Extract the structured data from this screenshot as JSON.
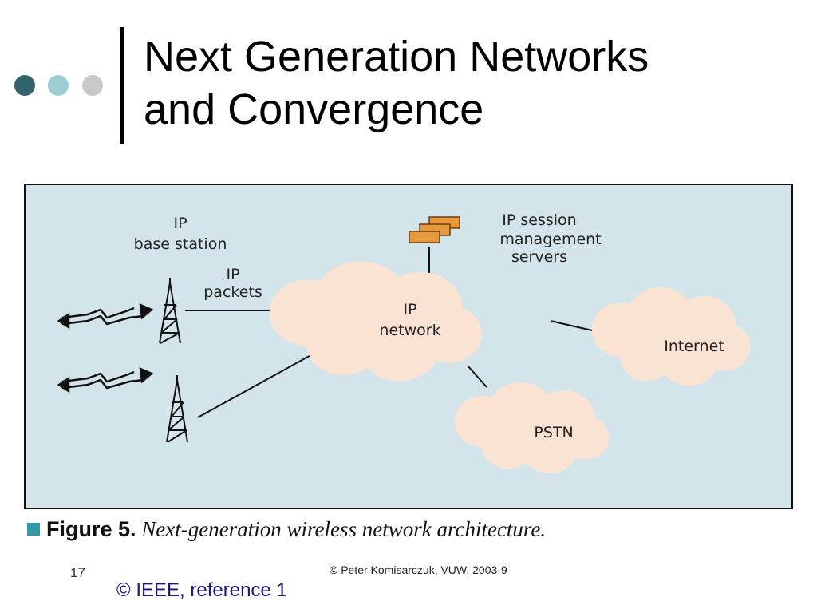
{
  "slide": {
    "title_line1": "Next Generation Networks",
    "title_line2": "and Convergence",
    "page_number": "17",
    "author_footer": "© Peter Komisarczuk, VUW, 2003-9",
    "credit": "© IEEE, reference 1"
  },
  "diagram": {
    "labels": {
      "base_station_line1": "IP",
      "base_station_line2": "base station",
      "packets_line1": "IP",
      "packets_line2": "packets",
      "servers_line1": "IP session",
      "servers_line2": "management",
      "servers_line3": "servers",
      "ip_network_line1": "IP",
      "ip_network_line2": "network",
      "internet": "Internet",
      "pstn": "PSTN"
    },
    "icons": [
      "radio-tower-icon",
      "wireless-signal-icon",
      "server-stack-icon",
      "cloud-icon"
    ]
  },
  "caption": {
    "figure_number": "Figure 5.",
    "figure_text": "Next-generation wireless network architecture."
  },
  "colors": {
    "dot_dark": "#33636b",
    "dot_mid": "#9ccdd2",
    "dot_light": "#c8c8c8",
    "accent_bar": "#000000",
    "diagram_bg": "#d3e5ea",
    "cloud_fill": "#fbe3d4",
    "server_fill": "#e69a3c",
    "caption_square": "#2f9aa6"
  }
}
